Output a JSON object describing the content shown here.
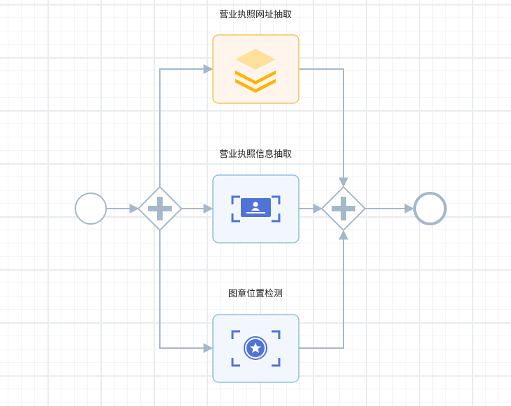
{
  "diagram": {
    "tasks": [
      {
        "id": "url-extract",
        "label": "营业执照网址抽取",
        "icon": "layers-icon"
      },
      {
        "id": "info-extract",
        "label": "营业执照信息抽取",
        "icon": "id-card-scan-icon"
      },
      {
        "id": "seal-detect",
        "label": "图章位置检测",
        "icon": "seal-star-scan-icon"
      }
    ]
  },
  "colors": {
    "connector": "#a5b8cb",
    "task_blue_border": "#8ec1e6",
    "task_blue_fill": "#f2f7fd",
    "task_orange_border": "#f3c55a",
    "task_orange_fill": "#fff5ec",
    "icon_blue": "#4f73d8",
    "icon_orange": "#ffb300",
    "icon_orange_light": "#ffe19e"
  }
}
